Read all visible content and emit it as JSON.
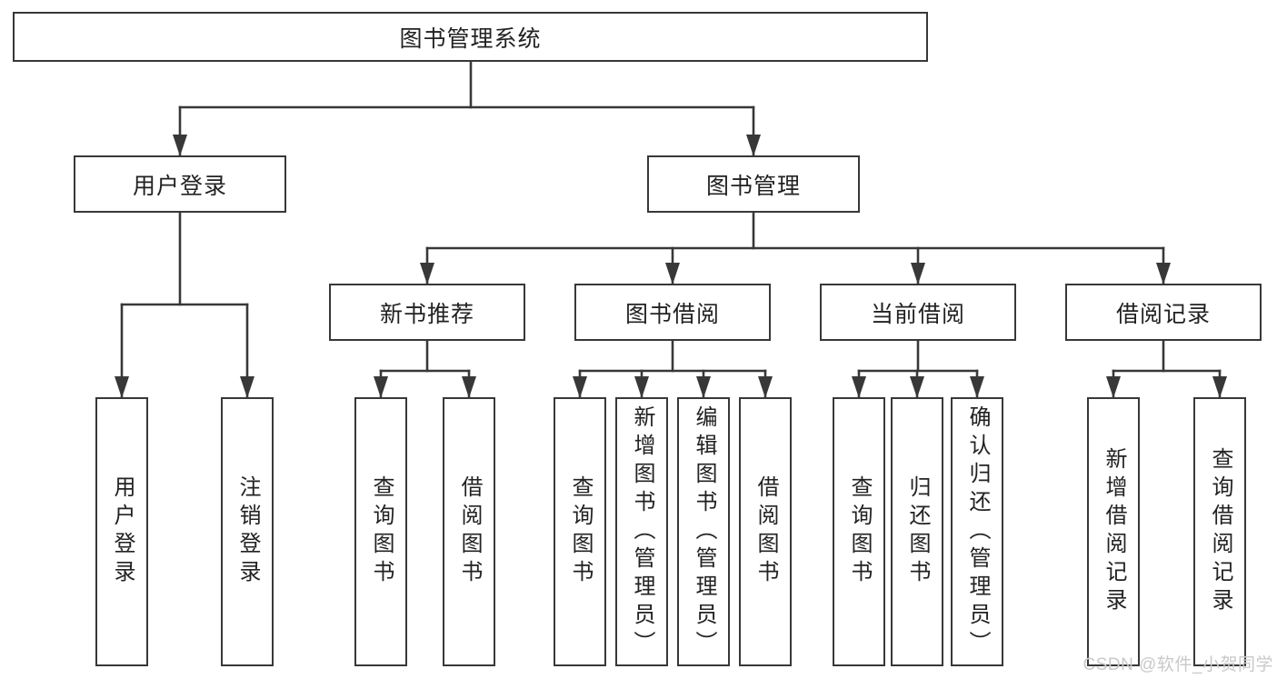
{
  "diagram_title": "图书管理系统",
  "tree": {
    "label": "图书管理系统",
    "children": [
      {
        "label": "用户登录",
        "children": [
          {
            "label": "用户登录"
          },
          {
            "label": "注销登录"
          }
        ]
      },
      {
        "label": "图书管理",
        "children": [
          {
            "label": "新书推荐",
            "children": [
              {
                "label": "查询图书"
              },
              {
                "label": "借阅图书"
              }
            ]
          },
          {
            "label": "图书借阅",
            "children": [
              {
                "label": "查询图书"
              },
              {
                "label": "新增图书（管理员）"
              },
              {
                "label": "编辑图书（管理员）"
              },
              {
                "label": "借阅图书"
              }
            ]
          },
          {
            "label": "当前借阅",
            "children": [
              {
                "label": "查询图书"
              },
              {
                "label": "归还图书"
              },
              {
                "label": "确认归还（管理员）"
              }
            ]
          },
          {
            "label": "借阅记录",
            "children": [
              {
                "label": "新增借阅记录"
              },
              {
                "label": "查询借阅记录"
              }
            ]
          }
        ]
      }
    ]
  },
  "watermark": {
    "text": "CSDN @软件_小贺同学"
  },
  "colors": {
    "line": "#383838",
    "box_border": "#383838",
    "text": "#222222",
    "background": "#ffffff",
    "watermark": "#c9c9c9"
  }
}
